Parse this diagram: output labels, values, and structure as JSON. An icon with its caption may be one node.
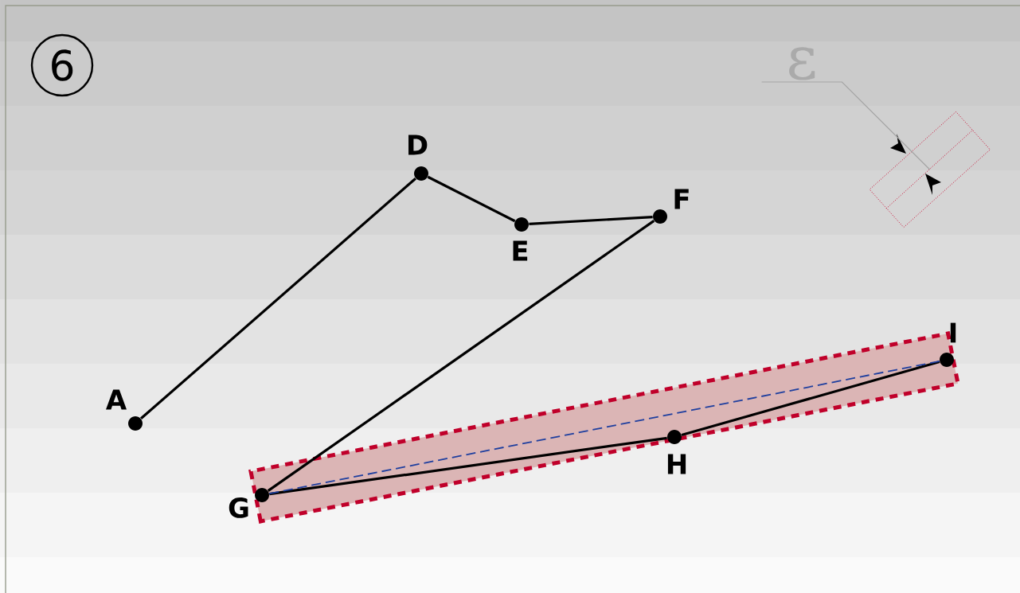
{
  "diagram": {
    "nodes": [
      {
        "text": [
          "6"
        ]
      },
      {
        "text": [],
        "shape": "circle",
        "beside": [
          "A"
        ]
      },
      {
        "text": [],
        "shape": "circle",
        "beside": [
          "D"
        ]
      },
      {
        "text": [],
        "shape": "circle",
        "beside": [
          "E"
        ]
      },
      {
        "text": [],
        "shape": "circle",
        "beside": [
          "F"
        ]
      },
      {
        "text": [],
        "shape": "circle",
        "beside": [
          "G"
        ]
      },
      {
        "text": [],
        "shape": "circle",
        "beside": [
          "H"
        ]
      },
      {
        "text": [],
        "shape": "circle",
        "beside": [
          "I"
        ]
      },
      {
        "text": [
          "ε"
        ]
      },
      {
        "text": [],
        "shape": "box"
      }
    ],
    "edges": [
      {
        "from": 1,
        "to": 2,
        "arrow": "none"
      },
      {
        "from": 2,
        "to": 3,
        "arrow": "none"
      },
      {
        "from": 3,
        "to": 4,
        "arrow": "none"
      },
      {
        "from": 4,
        "to": 5,
        "arrow": "none"
      },
      {
        "from": 5,
        "to": 6,
        "arrow": "none"
      },
      {
        "from": 6,
        "to": 7,
        "arrow": "none"
      },
      {
        "from": 5,
        "to": 7,
        "arrow": "none",
        "style": "dashed",
        "color": "#1f3f9f"
      },
      {
        "from": 8,
        "to": 9,
        "arrow": "none",
        "color": "#a5a5a5"
      }
    ]
  }
}
